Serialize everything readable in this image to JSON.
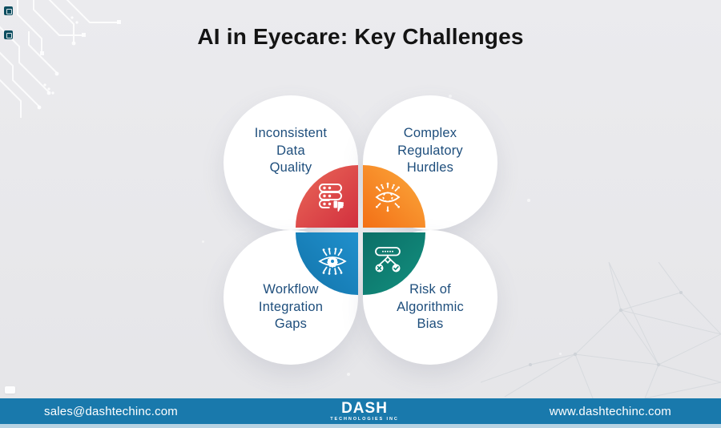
{
  "title": "AI in Eyecare: Key Challenges",
  "challenges": [
    {
      "lines": [
        "Inconsistent",
        "Data",
        "Quality"
      ],
      "icon": "database-thumbs-down-icon",
      "color": "#d5333f",
      "position": "top-left"
    },
    {
      "lines": [
        "Complex",
        "Regulatory",
        "Hurdles"
      ],
      "icon": "ai-eye-circuit-icon",
      "color": "#f5821f",
      "position": "top-right"
    },
    {
      "lines": [
        "Workflow",
        "Integration",
        "Gaps"
      ],
      "icon": "eye-gear-circuit-icon",
      "color": "#1a86c4",
      "position": "bottom-left"
    },
    {
      "lines": [
        "Risk of",
        "Algorithmic",
        "Bias"
      ],
      "icon": "flowchart-decision-icon",
      "color": "#0f8578",
      "position": "bottom-right"
    }
  ],
  "footer": {
    "email": "sales@dashtechinc.com",
    "website": "www.dashtechinc.com",
    "logo_name": "DASH",
    "logo_subtitle": "TECHNOLOGIES INC",
    "bar_color": "#1979ac"
  },
  "colors": {
    "background": "#e9e9ec",
    "label_text": "#1e4e7c",
    "title_text": "#141414"
  }
}
